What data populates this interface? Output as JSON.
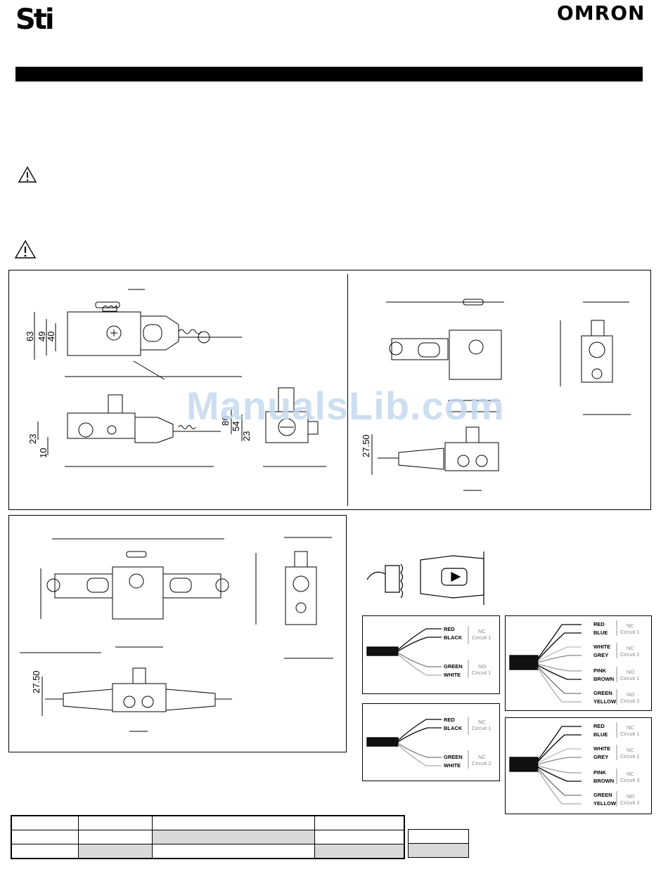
{
  "header": {
    "brand_left": "Sti",
    "brand_right": "OMRON"
  },
  "watermark": "ManualsLib.com",
  "dims_panel1": {
    "front": [
      "63",
      "49",
      "40"
    ],
    "side": [
      "23",
      "10"
    ],
    "end": [
      "86",
      "54",
      "23"
    ]
  },
  "dims_panel2": {
    "bottom": [
      "27.50"
    ]
  },
  "dims_panel3": {
    "bottom": [
      "27.50"
    ]
  },
  "wiring": [
    {
      "wires": [
        "RED",
        "BLACK",
        "GREEN",
        "WHITE"
      ],
      "groups": [
        {
          "type": "NC",
          "circuit": "Circuit 1"
        },
        {
          "type": "NO",
          "circuit": "Circuit 1"
        }
      ]
    },
    {
      "wires": [
        "RED",
        "BLUE",
        "WHITE",
        "GREY",
        "PINK",
        "BROWN",
        "GREEN",
        "YELLOW"
      ],
      "groups": [
        {
          "type": "NC",
          "circuit": "Circuit 1"
        },
        {
          "type": "NC",
          "circuit": "Circuit 2"
        },
        {
          "type": "NO",
          "circuit": "Circuit 1"
        },
        {
          "type": "NO",
          "circuit": "Circuit 2"
        }
      ]
    },
    {
      "wires": [
        "RED",
        "BLACK",
        "GREEN",
        "WHITE"
      ],
      "groups": [
        {
          "type": "NC",
          "circuit": "Circuit 1"
        },
        {
          "type": "NC",
          "circuit": "Circuit 2"
        }
      ]
    },
    {
      "wires": [
        "RED",
        "BLUE",
        "WHITE",
        "GREY",
        "PINK",
        "BROWN",
        "GREEN",
        "YELLOW"
      ],
      "groups": [
        {
          "type": "NC",
          "circuit": "Circuit 1"
        },
        {
          "type": "NC",
          "circuit": "Circuit 2"
        },
        {
          "type": "NC",
          "circuit": "Circuit 3"
        },
        {
          "type": "NO",
          "circuit": "Circuit 2"
        }
      ]
    }
  ],
  "icons": [
    "warning-icon",
    "warning-icon"
  ],
  "colors": {
    "bar": "#000000",
    "table_shade": "#d9d9d9",
    "watermark": "#c5d9ee"
  }
}
